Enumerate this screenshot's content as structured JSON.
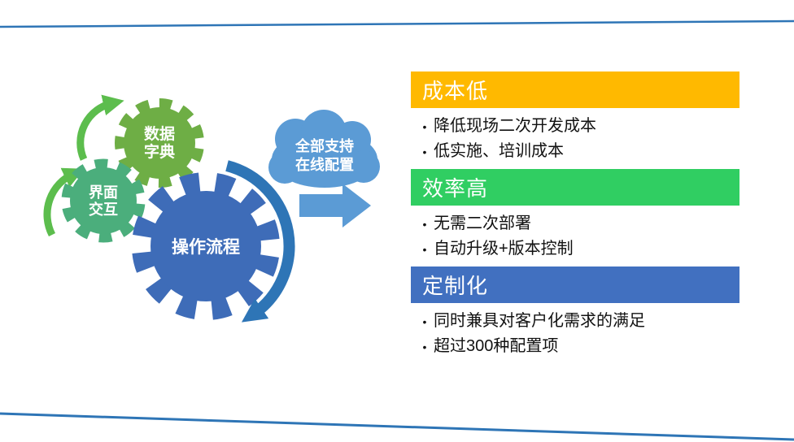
{
  "colors": {
    "border_line": "#2E75B6",
    "cloud": "#5B9BD5",
    "flow_arrow": "#5B9BD5",
    "cycle_arrow_green": "#5CBD4D",
    "cycle_arrow_blue": "#2E75B6"
  },
  "diagram": {
    "cloud": {
      "line1": "全部支持",
      "line2": "在线配置"
    },
    "gears": {
      "data_dictionary": {
        "line1": "数据",
        "line2": "字典",
        "color": "#6EAE45"
      },
      "ui_interaction": {
        "line1": "界面",
        "line2": "交互",
        "color": "#4BAE7C"
      },
      "operation_flow": {
        "label": "操作流程",
        "color": "#3E6CB8"
      }
    }
  },
  "panels": [
    {
      "title": "成本低",
      "color": "#FFB900",
      "bullets": [
        "降低现场二次开发成本",
        "低实施、培训成本"
      ]
    },
    {
      "title": "效率高",
      "color": "#30CE62",
      "bullets": [
        "无需二次部署",
        "自动升级+版本控制"
      ]
    },
    {
      "title": "定制化",
      "color": "#4170C0",
      "bullets": [
        "同时兼具对客户化需求的满足",
        "超过300种配置项"
      ]
    }
  ]
}
